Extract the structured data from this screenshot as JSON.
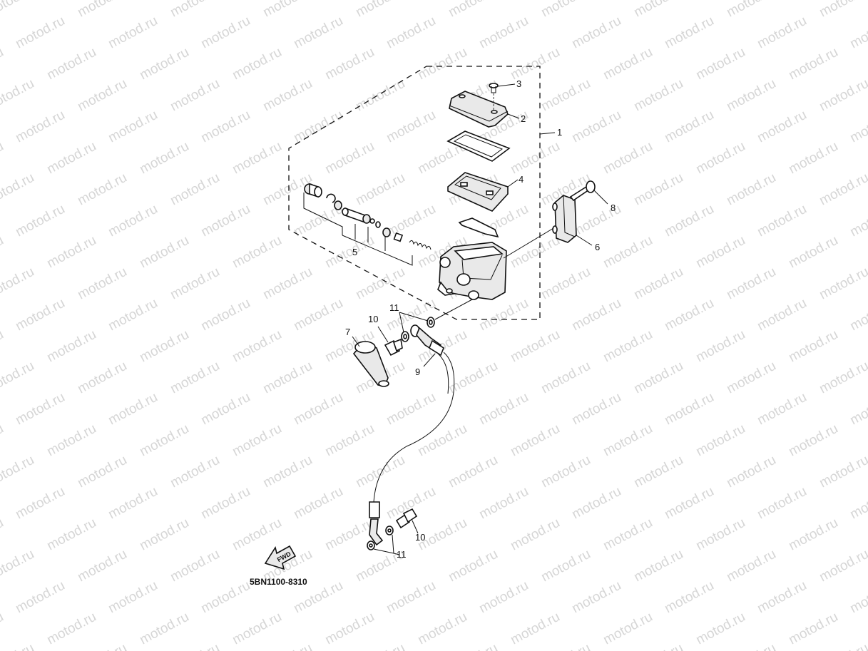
{
  "watermark": {
    "text": "motod.ru",
    "color": "#d6d6d6"
  },
  "diagram_code": "5BN1100-8310",
  "fwd_badge": "FWD",
  "callouts": [
    {
      "id": "c1",
      "label": "1"
    },
    {
      "id": "c2",
      "label": "2"
    },
    {
      "id": "c3",
      "label": "3"
    },
    {
      "id": "c4",
      "label": "4"
    },
    {
      "id": "c5",
      "label": "5"
    },
    {
      "id": "c6",
      "label": "6"
    },
    {
      "id": "c7",
      "label": "7"
    },
    {
      "id": "c8",
      "label": "8"
    },
    {
      "id": "c9",
      "label": "9"
    },
    {
      "id": "c10a",
      "label": "10"
    },
    {
      "id": "c10b",
      "label": "10"
    },
    {
      "id": "c11a",
      "label": "11"
    },
    {
      "id": "c11b",
      "label": "11"
    }
  ]
}
